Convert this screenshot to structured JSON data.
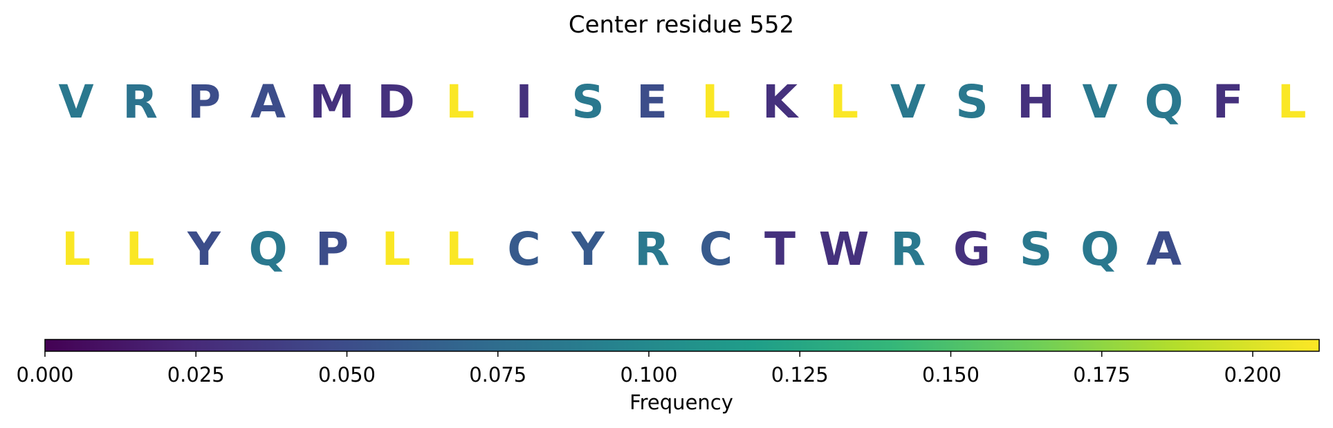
{
  "chart_data": {
    "type": "table",
    "title": "Center residue 552",
    "rows": [
      {
        "residues": [
          "V",
          "R",
          "P",
          "A",
          "M",
          "D",
          "L",
          "I",
          "S",
          "E",
          "L",
          "K",
          "L",
          "V",
          "S",
          "H",
          "V",
          "Q",
          "F",
          "L"
        ],
        "frequencies": [
          0.085,
          0.08,
          0.05,
          0.05,
          0.03,
          0.03,
          0.21,
          0.03,
          0.085,
          0.05,
          0.21,
          0.03,
          0.21,
          0.085,
          0.085,
          0.03,
          0.085,
          0.085,
          0.03,
          0.21
        ]
      },
      {
        "residues": [
          "L",
          "L",
          "Y",
          "Q",
          "P",
          "L",
          "L",
          "C",
          "Y",
          "R",
          "C",
          "T",
          "W",
          "R",
          "G",
          "S",
          "Q",
          "A"
        ],
        "frequencies": [
          0.21,
          0.21,
          0.05,
          0.085,
          0.05,
          0.21,
          0.21,
          0.06,
          0.06,
          0.085,
          0.06,
          0.03,
          0.03,
          0.085,
          0.03,
          0.085,
          0.085,
          0.05
        ]
      }
    ],
    "colorbar": {
      "label": "Frequency",
      "range": [
        0,
        0.211
      ],
      "ticks": [
        0.0,
        0.025,
        0.05,
        0.075,
        0.1,
        0.125,
        0.15,
        0.175,
        0.2
      ],
      "tick_labels": [
        "0.000",
        "0.025",
        "0.050",
        "0.075",
        "0.100",
        "0.125",
        "0.150",
        "0.175",
        "0.200"
      ],
      "colormap": "viridis",
      "colors": [
        "#440154",
        "#482878",
        "#3e4989",
        "#31688e",
        "#26828e",
        "#1f9e89",
        "#35b779",
        "#6ece58",
        "#b5de2b",
        "#fde725"
      ]
    }
  }
}
